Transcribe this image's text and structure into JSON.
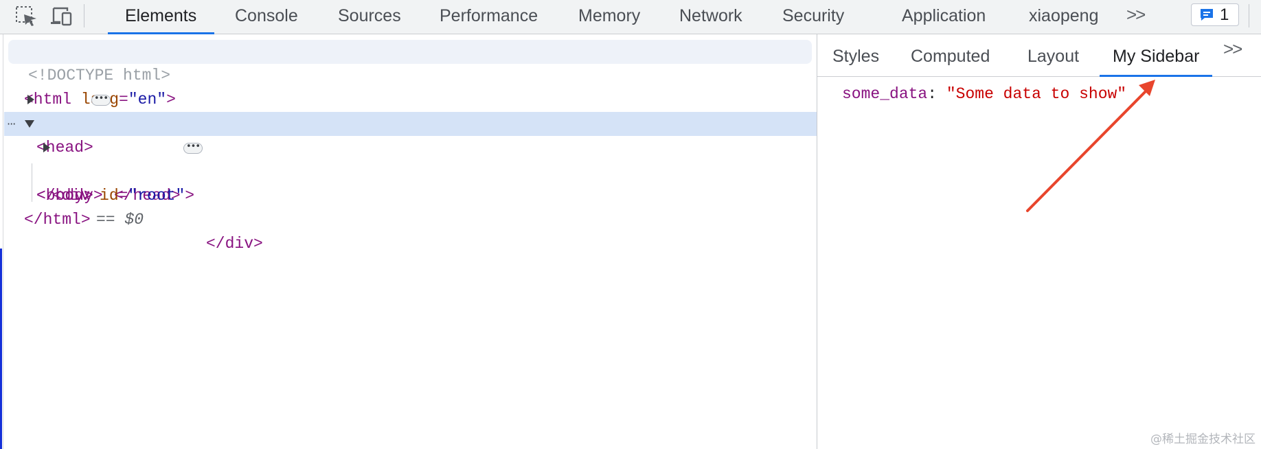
{
  "toolbar": {
    "tabs": [
      "Elements",
      "Console",
      "Sources",
      "Performance",
      "Memory",
      "Network",
      "Security",
      "Application",
      "xiaopeng"
    ],
    "active_tab": "Elements",
    "more_tabs": ">>",
    "issues_count": "1"
  },
  "dom_tree": {
    "doctype": "<!DOCTYPE html>",
    "html_open": {
      "tag_start": "<html",
      "attr_name": "lang",
      "attr_value": "\"en\"",
      "tag_end": ">"
    },
    "head_open": "<head>",
    "head_close": "</head>",
    "body_open": "<body>",
    "body_marker": "== $0",
    "div_open": {
      "tag_start": "<div",
      "attr_name": "id",
      "attr_value": "\"root\"",
      "tag_end": ">"
    },
    "div_close": "</div>",
    "body_close": "</body>",
    "html_close": "</html>",
    "row_menu": "···"
  },
  "sidebar": {
    "tabs": [
      "Styles",
      "Computed",
      "Layout",
      "My Sidebar"
    ],
    "active_tab": "My Sidebar",
    "more_tabs": ">>",
    "property": {
      "key": "some_data",
      "colon": ":",
      "value": "\"Some data to show\""
    }
  },
  "annotation": {
    "arrow_color": "#e8452c"
  },
  "colors": {
    "accent": "#1a73e8",
    "tag": "#881280",
    "attr_name": "#994500",
    "attr_value": "#1a1aa6",
    "string": "#c80000",
    "selection": "#d5e3f7"
  },
  "watermark": "@稀土掘金技术社区"
}
